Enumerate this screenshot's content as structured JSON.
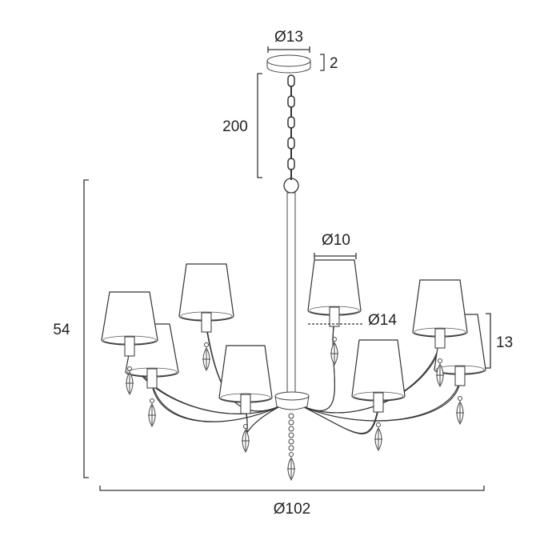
{
  "diagram": {
    "subject": "chandelier",
    "dimensions": {
      "canopy_diameter": "Ø13",
      "canopy_height": "2",
      "chain_length": "200",
      "body_height": "54",
      "overall_diameter": "Ø102",
      "shade_top_diameter": "Ø10",
      "shade_bottom_diameter": "Ø14",
      "shade_height": "13"
    },
    "colors": {
      "line": "#333333",
      "background": "#ffffff"
    }
  }
}
